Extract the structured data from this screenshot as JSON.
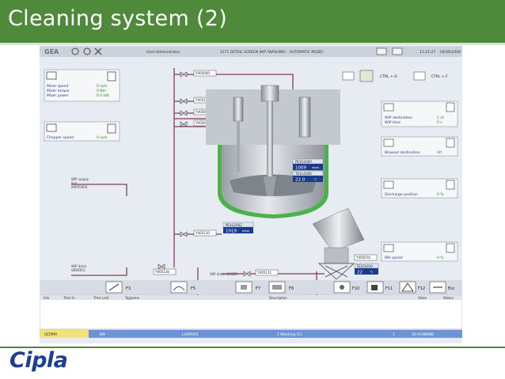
{
  "slide": {
    "title": "Cleaning system (2)",
    "footer_logo": "Cipla",
    "accent_color": "#4f8a3a",
    "logo_color": "#1e3f8f"
  },
  "hmi": {
    "header": {
      "brand": "GEA",
      "user": "start Administrator",
      "screen_title": "1271 DETAIL SCREEN WIP (WASHING - AUTOMATIC MODE)",
      "time": "11:21:27",
      "date": "04/06/2009"
    },
    "ctrl_o": "CTRL + O",
    "ctrl_f": "CTRL + F",
    "mixer": {
      "labels": [
        "Mixer speed",
        "Mixer torque",
        "Mixer power"
      ],
      "values": [
        "0 rpm",
        "0 Nm",
        "0.0 kW"
      ]
    },
    "chopper": {
      "label": "Chopper speed",
      "value": "0 rpm"
    },
    "wip_supply": [
      "WIP supply",
      "line",
      "WIP05000"
    ],
    "wip_drain": [
      "WIP drain",
      "SBWDR3"
    ],
    "drain_line_label": "WIP drain 06WDR",
    "valves": [
      "YV05000",
      "YV05100",
      "YV05090",
      "YV05093",
      "YV05110",
      "YV05130",
      "YV05111",
      "YV05070"
    ],
    "sensors": [
      {
        "tag": "PE1G1000",
        "value": "1009",
        "unit": "mbar"
      },
      {
        "tag": "TE1G1000",
        "value": "22.0",
        "unit": "°C"
      },
      {
        "tag": "PE1G1002",
        "value": "1019",
        "unit": "mbar"
      },
      {
        "tag": "TE1G1010",
        "value": "22",
        "unit": "°C"
      }
    ],
    "right_panels": {
      "wip_destination": {
        "label": "WIP destination",
        "value": "1 nt"
      },
      "wip_time": {
        "label": "WIP time",
        "value": "0 s"
      },
      "blowout": {
        "label": "Blowout destination",
        "value": "Alt"
      },
      "discharge": {
        "label": "Discharge position",
        "value": "0 %"
      },
      "mill": {
        "label": "Mill speed",
        "value": "0 %"
      }
    },
    "function_keys": [
      "F3",
      "F5",
      "F7",
      "F8",
      "F10",
      "F11",
      "F12",
      "Esc"
    ],
    "alarm_columns": [
      "Ack",
      "Time In",
      "Time Last",
      "Tagname",
      "Description",
      "Value",
      "Status"
    ],
    "status_bar": [
      "ULTIMA",
      "NN",
      "LHOP001",
      "1 Washing (C)",
      "1",
      "S0 RUNNING"
    ]
  }
}
